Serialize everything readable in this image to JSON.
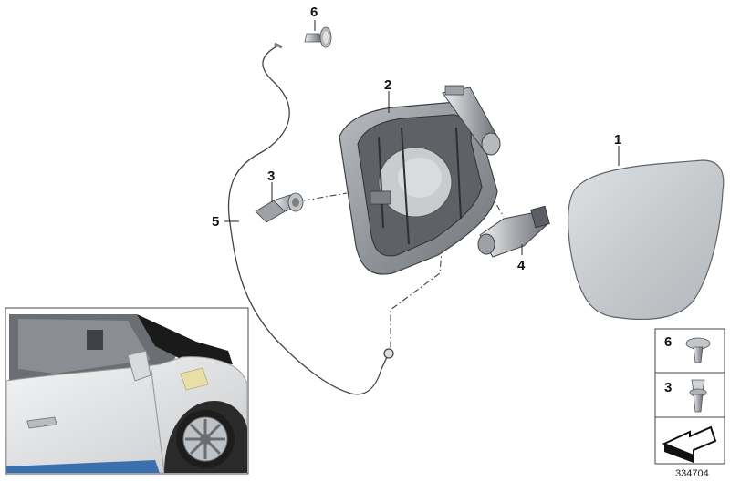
{
  "diagram": {
    "callouts": [
      {
        "id": "part-1",
        "label": "1"
      },
      {
        "id": "part-2",
        "label": "2"
      },
      {
        "id": "part-3",
        "label": "3"
      },
      {
        "id": "part-4",
        "label": "4"
      },
      {
        "id": "part-5",
        "label": "5"
      },
      {
        "id": "part-6",
        "label": "6"
      }
    ],
    "legend": {
      "items": [
        {
          "label": "6"
        },
        {
          "label": "3"
        }
      ]
    },
    "reference_number": "334704"
  },
  "colors": {
    "cover": "#c9cdd0",
    "housing": "#8e9296",
    "line": "#333333",
    "car_body": "#e6e7e8",
    "car_black": "#1a1a1a",
    "accent_blue": "#3a6fb0",
    "charge_flap": "#e8dfa8"
  }
}
